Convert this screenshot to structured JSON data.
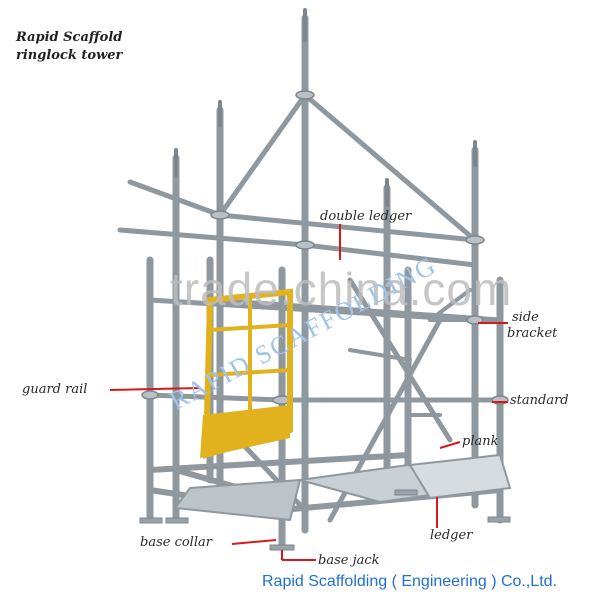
{
  "title_line1": "Rapid Scaffold",
  "title_line2": "ringlock tower",
  "labels": {
    "double_ledger": "double ledger",
    "side": "side",
    "bracket": "bracket",
    "guard_rail": "guard rail",
    "standard": "standard",
    "plank": "plank",
    "ledger": "ledger",
    "base_collar": "base collar",
    "base_jack": "base jack"
  },
  "watermark_site": "trade.china.com",
  "watermark_brand": "RAPID SCAFFOLDING",
  "company": "Rapid Scaffolding ( Engineering ) Co.,Ltd.",
  "colors": {
    "leader": "#d8181c",
    "guard_rail": "#e2b21e",
    "steel": "#9aa3ab",
    "company": "#1e6fd6"
  }
}
